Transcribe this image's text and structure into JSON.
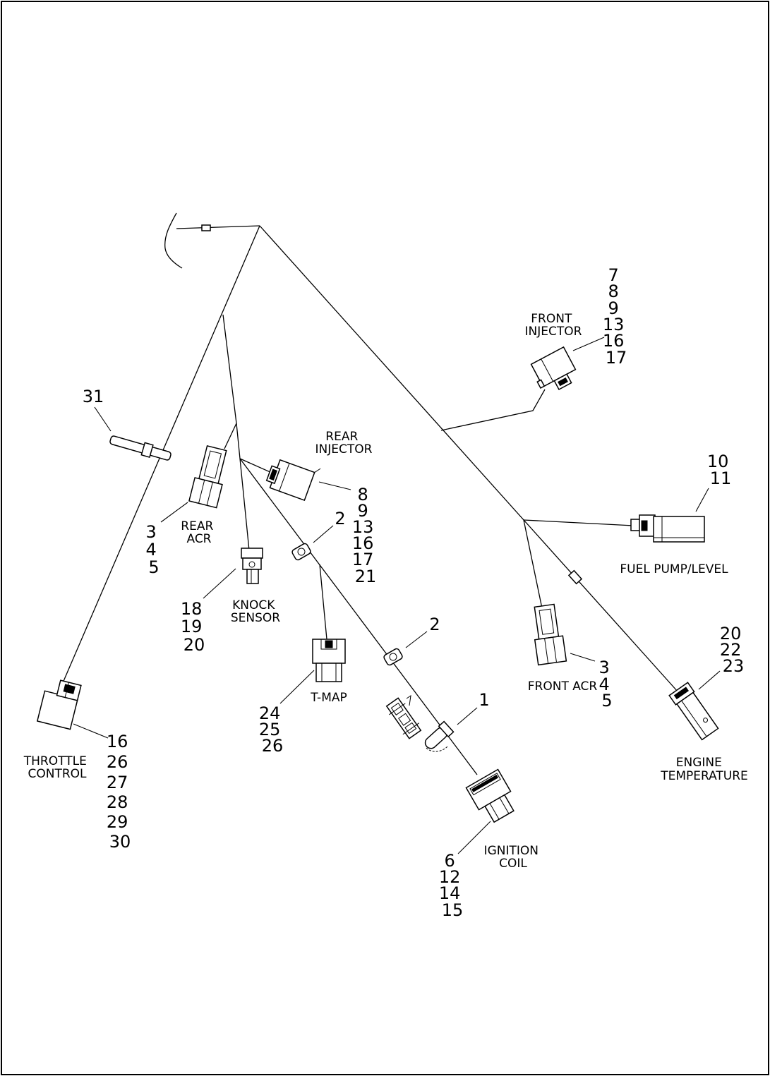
{
  "components": {
    "front_injector": {
      "label": [
        "FRONT",
        "INJECTOR"
      ],
      "callouts": [
        "7",
        "8",
        "9",
        "13",
        "16",
        "17"
      ]
    },
    "rear_injector": {
      "label": [
        "REAR",
        "INJECTOR"
      ],
      "callouts": [
        "8",
        "9",
        "13",
        "16",
        "17",
        "21"
      ]
    },
    "rear_acr": {
      "label": [
        "REAR",
        "ACR"
      ],
      "callouts": [
        "3",
        "4",
        "5"
      ]
    },
    "knock_sensor": {
      "label": [
        "KNOCK",
        "SENSOR"
      ],
      "callouts": [
        "18",
        "19",
        "20"
      ]
    },
    "t_map": {
      "label": [
        "T-MAP"
      ],
      "callouts": [
        "24",
        "25",
        "26"
      ]
    },
    "throttle_control": {
      "label": [
        "THROTTLE",
        "CONTROL"
      ],
      "callouts": [
        "16",
        "26",
        "27",
        "28",
        "29",
        "30"
      ]
    },
    "ignition_coil": {
      "label": [
        "IGNITION",
        "COIL"
      ],
      "callouts": [
        "6",
        "12",
        "14",
        "15"
      ]
    },
    "fuel_pump": {
      "label": [
        "FUEL PUMP/LEVEL"
      ],
      "callouts": [
        "10",
        "11"
      ]
    },
    "front_acr": {
      "label": [
        "FRONT ACR"
      ],
      "callouts": [
        "3",
        "4",
        "5"
      ]
    },
    "engine_temperature": {
      "label": [
        "ENGINE",
        "TEMPERATURE"
      ],
      "callouts": [
        "20",
        "22",
        "23"
      ]
    }
  },
  "part_callouts": {
    "clip_upper": "2",
    "clip_lower": "2",
    "spark_plug_boot": "1",
    "harness_sleeve": "31"
  }
}
